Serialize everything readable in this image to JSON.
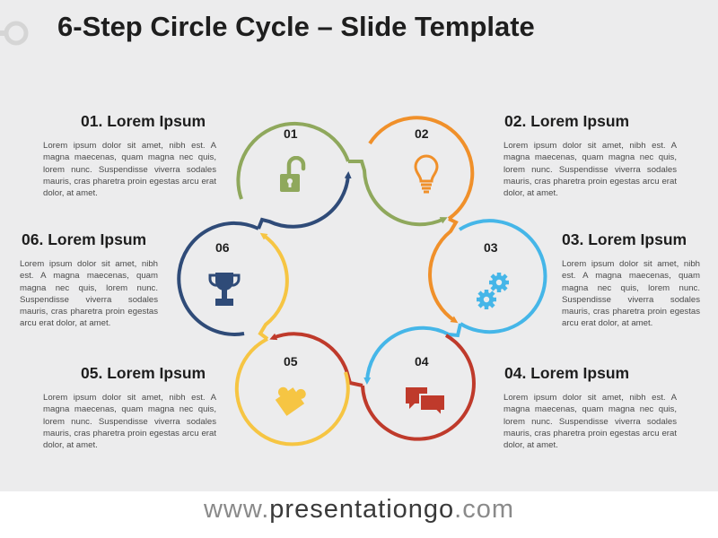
{
  "title": "6-Step Circle Cycle – Slide Template",
  "steps": [
    {
      "num": "01",
      "heading": "01. Lorem Ipsum",
      "icon": "unlocked-padlock-icon",
      "color": "#8fa85c",
      "text": "Lorem ipsum dolor sit amet, nibh est. A magna maecenas, quam magna nec quis, lorem nunc. Suspendisse viverra sodales mauris, cras pharetra proin egestas arcu erat dolor, at amet."
    },
    {
      "num": "02",
      "heading": "02. Lorem Ipsum",
      "icon": "lightbulb-icon",
      "color": "#f0902a",
      "text": "Lorem ipsum dolor sit amet, nibh est. A magna maecenas, quam magna nec quis, lorem nunc. Suspendisse viverra sodales mauris, cras pharetra proin egestas arcu erat dolor, at amet."
    },
    {
      "num": "03",
      "heading": "03. Lorem Ipsum",
      "icon": "gears-icon",
      "color": "#45b6e8",
      "text": "Lorem ipsum dolor sit amet, nibh est. A magna maecenas, quam magna nec quis, lorem nunc. Suspendisse viverra sodales mauris, cras pharetra proin egestas arcu erat dolor, at amet."
    },
    {
      "num": "04",
      "heading": "04. Lorem Ipsum",
      "icon": "speech-bubbles-icon",
      "color": "#bf3a2b",
      "text": "Lorem ipsum dolor sit amet, nibh est. A magna maecenas, quam magna nec quis, lorem nunc. Suspendisse viverra sodales mauris, cras pharetra proin egestas arcu erat dolor, at amet."
    },
    {
      "num": "05",
      "heading": "05. Lorem Ipsum",
      "icon": "puzzle-piece-icon",
      "color": "#f6c543",
      "text": "Lorem ipsum dolor sit amet, nibh est. A magna maecenas, quam magna nec quis, lorem nunc. Suspendisse viverra sodales mauris, cras pharetra proin egestas arcu erat dolor, at amet."
    },
    {
      "num": "06",
      "heading": "06. Lorem Ipsum",
      "icon": "trophy-icon",
      "color": "#2f4b78",
      "text": "Lorem ipsum dolor sit amet, nibh est. A magna maecenas, quam magna nec quis, lorem nunc. Suspendisse viverra sodales mauris, cras pharetra proin egestas arcu erat dolor, at amet."
    }
  ],
  "footer": {
    "prefix": "www.",
    "brand": "presentationgo",
    "suffix": ".com"
  }
}
